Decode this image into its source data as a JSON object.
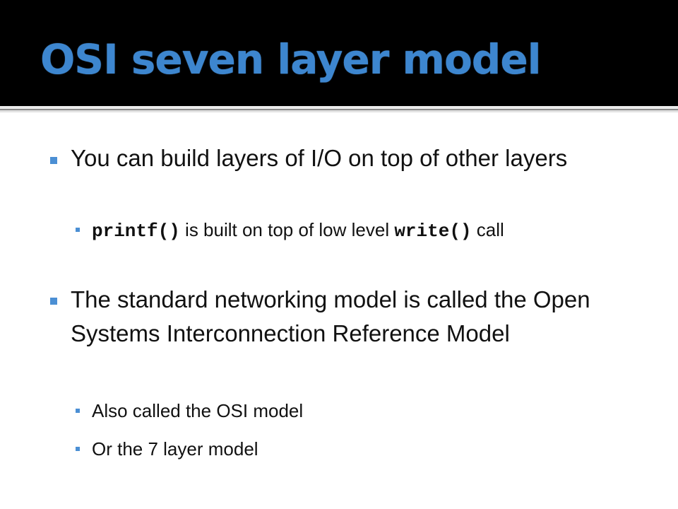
{
  "slide": {
    "title": "OSI seven layer model",
    "accent_color": "#4b8fd4",
    "title_color": "#3d86cf",
    "bullets": [
      {
        "text": "You can build layers of I/O on top of other layers",
        "sub": [
          {
            "code1": "printf()",
            "mid": " is built on top of low level ",
            "code2": "write()",
            "end": " call"
          }
        ]
      },
      {
        "text": "The standard networking model is called the Open Systems Interconnection Reference Model",
        "sub": [
          {
            "text": "Also called the OSI model"
          },
          {
            "text": "Or the 7 layer model"
          }
        ]
      }
    ]
  }
}
